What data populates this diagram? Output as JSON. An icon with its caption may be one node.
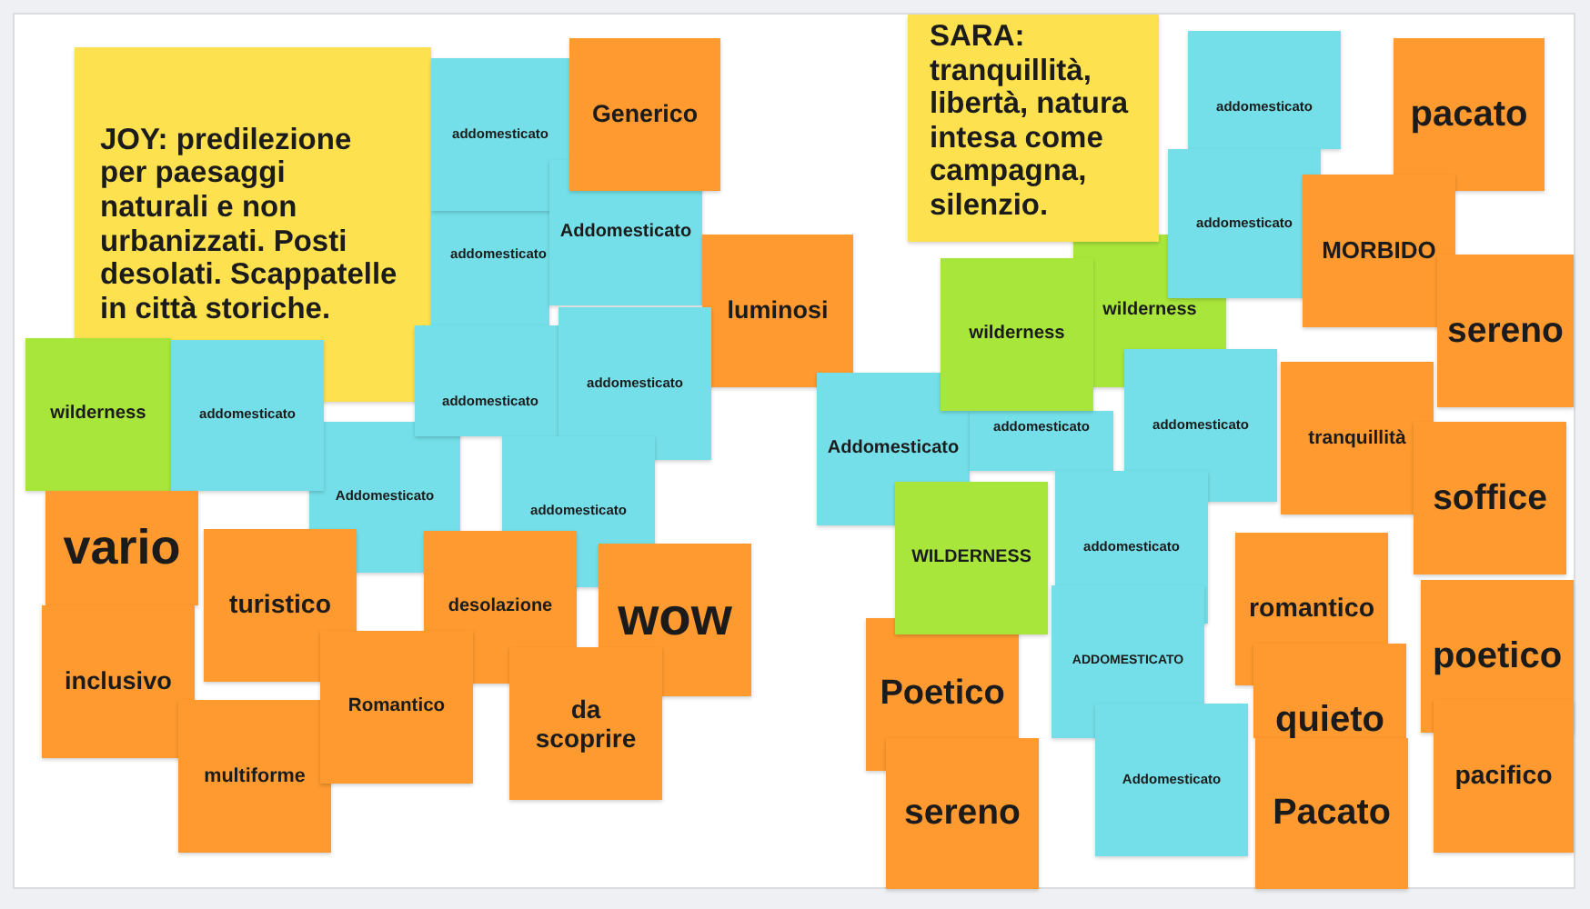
{
  "diagram": {
    "nodes": [
      {
        "text": [
          "JOY: predilezione per paesaggi naturali e non urbanizzati. Posti desolati. Scappatelle in città storiche."
        ]
      },
      {
        "text": [
          "addomesticato"
        ]
      },
      {
        "text": [
          "Generico"
        ]
      },
      {
        "text": [
          "addomesticato"
        ]
      },
      {
        "text": [
          "Addomesticato"
        ]
      },
      {
        "text": [
          "luminosi"
        ]
      },
      {
        "text": [
          "addomesticato"
        ]
      },
      {
        "text": [
          "addomesticato"
        ]
      },
      {
        "text": [
          "wilderness"
        ]
      },
      {
        "text": [
          "addomesticato"
        ]
      },
      {
        "text": [
          "Addomesticato"
        ]
      },
      {
        "text": [
          "addomesticato"
        ]
      },
      {
        "text": [
          "vario"
        ]
      },
      {
        "text": [
          "turistico"
        ]
      },
      {
        "text": [
          "desolazione"
        ]
      },
      {
        "text": [
          "wow"
        ]
      },
      {
        "text": [
          "inclusivo"
        ]
      },
      {
        "text": [
          "Romantico"
        ]
      },
      {
        "text": [
          "da scoprire"
        ]
      },
      {
        "text": [
          "multiforme"
        ]
      },
      {
        "text": [
          "SARA: tranquillità, libertà, natura intesa come campagna, silenzio."
        ]
      },
      {
        "text": [
          "addomesticato"
        ]
      },
      {
        "text": [
          "pacato"
        ]
      },
      {
        "text": [
          "addomesticato"
        ]
      },
      {
        "text": [
          "MORBIDO"
        ]
      },
      {
        "text": [
          "wilderness"
        ]
      },
      {
        "text": [
          "wilderness"
        ]
      },
      {
        "text": [
          "sereno"
        ]
      },
      {
        "text": [
          "addomesticato"
        ]
      },
      {
        "text": [
          "addomesticato"
        ]
      },
      {
        "text": [
          "tranquillità"
        ]
      },
      {
        "text": [
          "Addomesticato"
        ]
      },
      {
        "text": [
          "soffice"
        ]
      },
      {
        "text": [
          "addomesticato"
        ]
      },
      {
        "text": [
          "WILDERNESS"
        ]
      },
      {
        "text": [
          "romantico"
        ]
      },
      {
        "text": [
          "poetico"
        ]
      },
      {
        "text": [
          "ADDOMESTICATO"
        ]
      },
      {
        "text": [
          "Poetico"
        ]
      },
      {
        "text": [
          "quieto"
        ]
      },
      {
        "text": [
          "pacifico"
        ]
      },
      {
        "text": [
          "Addomesticato"
        ]
      },
      {
        "text": [
          "sereno"
        ]
      },
      {
        "text": [
          "Pacato"
        ]
      }
    ]
  }
}
